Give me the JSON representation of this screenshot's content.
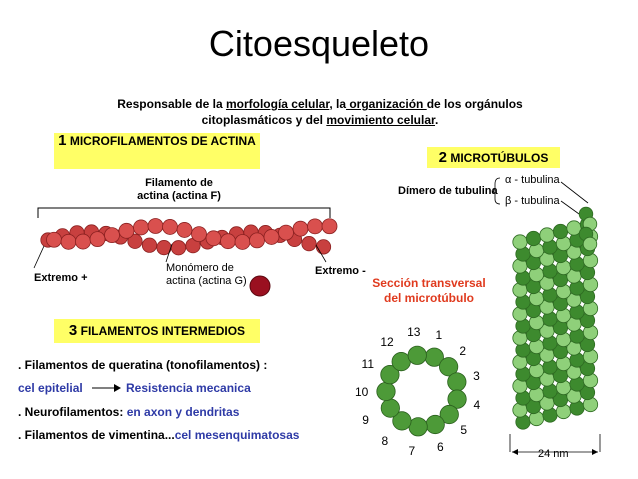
{
  "title": "Citoesqueleto",
  "subtitle": {
    "p1": "Responsable de la ",
    "u1": "morfología celular",
    "p2": ", la",
    "u2": " organización ",
    "p3": "de los orgánulos citoplasmáticos y del ",
    "u3": "movimiento celular",
    "p4": "."
  },
  "sections": {
    "s1": {
      "number": "1",
      "label": "MICROFILAMENTOS DE ACTINA"
    },
    "s2": {
      "number": "2",
      "label": "MICROTÚBULOS"
    },
    "s3": {
      "number": "3",
      "label": "FILAMENTOS INTERMEDIOS"
    }
  },
  "actina": {
    "filamento_label_1": "Filamento de",
    "filamento_label_2": "actina (actina F)",
    "extremo_plus": "Extremo +",
    "extremo_minus": "Extremo -",
    "monomero_1": "Monómero de",
    "monomero_2": "actina (actina G)"
  },
  "microtubulos": {
    "dimero": "Dímero de tubulina",
    "alpha": "α - tubulina",
    "beta": "β - tubulina",
    "seccion_1": "Sección transversal",
    "seccion_2": "del microtúbulo",
    "diametro": "24 nm",
    "protofilament_numbers": [
      "1",
      "2",
      "3",
      "4",
      "5",
      "6",
      "7",
      "8",
      "9",
      "10",
      "11",
      "12",
      "13"
    ]
  },
  "intermedios": {
    "line1": ". Filamentos de queratina (tonofilamentos) :",
    "line2_a": "cel epitelial",
    "line2_b": "Resistencia mecanica",
    "line3_a": ". Neurofilamentos: ",
    "line3_b": "en axon y dendritas",
    "line4_a": ". Filamentos de vimentina...",
    "line4_b": "cel mesenquimatosas"
  },
  "colors": {
    "box": "#ffff66",
    "actin": "#d9504e",
    "monomer": "#9a1020",
    "tubulin_dark": "#3d8a2e",
    "tubulin_light": "#8fd07a",
    "blue_text": "#2e3aa6",
    "red_text": "#e03a1e"
  }
}
